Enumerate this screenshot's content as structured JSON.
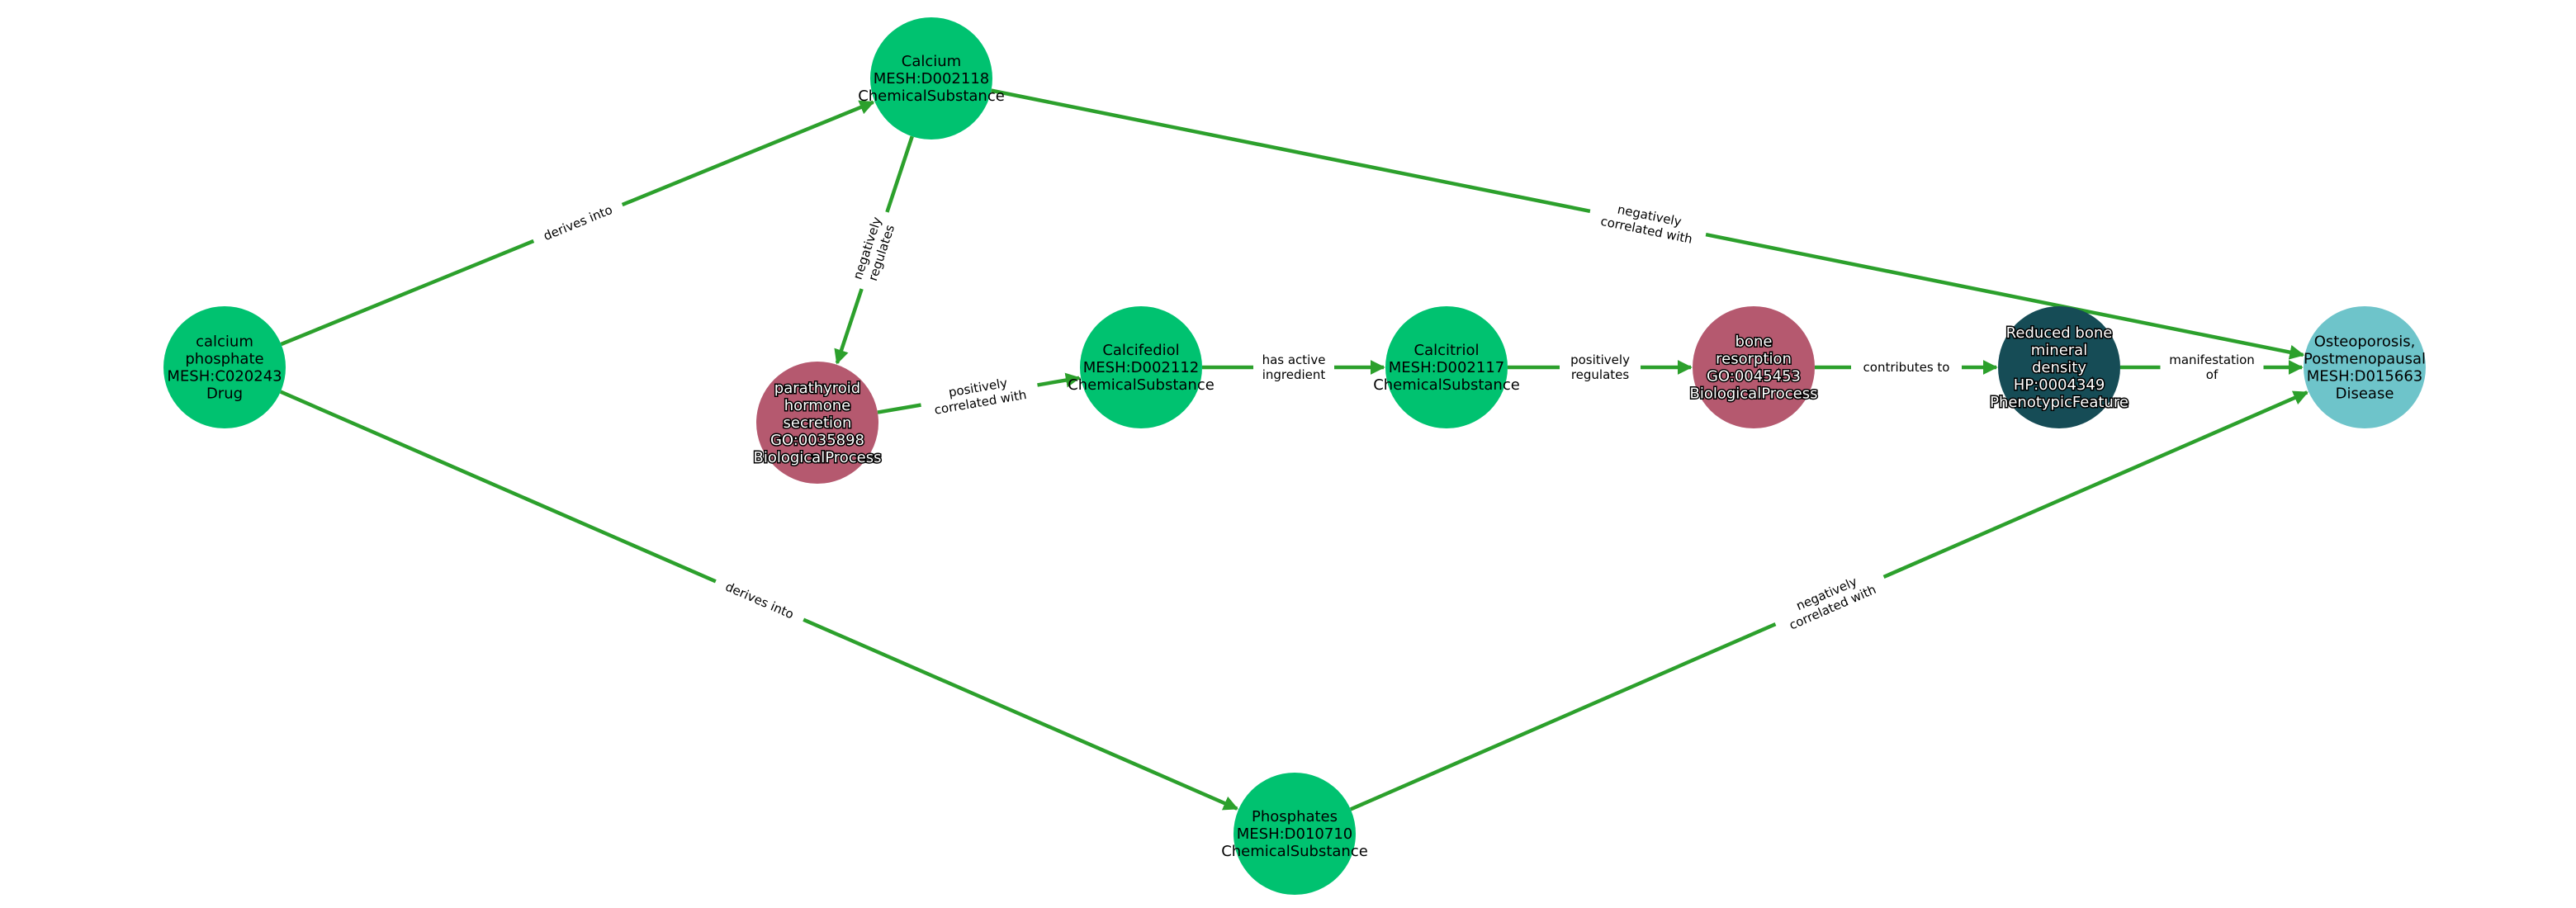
{
  "colors": {
    "edge": "#2ca02c",
    "ChemicalSubstance": "#00c270",
    "Drug": "#00c270",
    "BiologicalProcess": "#b5596f",
    "PhenotypicFeature": "#164c56",
    "Disease": "#6ec4ca"
  },
  "nodes": [
    {
      "id": "calcium_phosphate",
      "lines": [
        "calcium",
        "phosphate",
        "MESH:C020243",
        "Drug"
      ],
      "type": "Drug"
    },
    {
      "id": "calcium",
      "lines": [
        "Calcium",
        "MESH:D002118",
        "ChemicalSubstance"
      ],
      "type": "ChemicalSubstance"
    },
    {
      "id": "pth",
      "lines": [
        "parathyroid",
        "hormone",
        "secretion",
        "GO:0035898",
        "BiologicalProcess"
      ],
      "type": "BiologicalProcess"
    },
    {
      "id": "calcifediol",
      "lines": [
        "Calcifediol",
        "MESH:D002112",
        "ChemicalSubstance"
      ],
      "type": "ChemicalSubstance"
    },
    {
      "id": "calcitriol",
      "lines": [
        "Calcitriol",
        "MESH:D002117",
        "ChemicalSubstance"
      ],
      "type": "ChemicalSubstance"
    },
    {
      "id": "bone_resorption",
      "lines": [
        "bone",
        "resorption",
        "GO:0045453",
        "BiologicalProcess"
      ],
      "type": "BiologicalProcess"
    },
    {
      "id": "reduced_bmd",
      "lines": [
        "Reduced bone",
        "mineral",
        "density",
        "HP:0004349",
        "PhenotypicFeature"
      ],
      "type": "PhenotypicFeature"
    },
    {
      "id": "osteoporosis",
      "lines": [
        "Osteoporosis,",
        "Postmenopausal",
        "MESH:D015663",
        "Disease"
      ],
      "type": "Disease"
    },
    {
      "id": "phosphates",
      "lines": [
        "Phosphates",
        "MESH:D010710",
        "ChemicalSubstance"
      ],
      "type": "ChemicalSubstance"
    }
  ],
  "edges": [
    {
      "source": "calcium_phosphate",
      "target": "calcium",
      "label": [
        "derives into"
      ]
    },
    {
      "source": "calcium_phosphate",
      "target": "phosphates",
      "label": [
        "derives into"
      ]
    },
    {
      "source": "calcium",
      "target": "pth",
      "label": [
        "negatively",
        "regulates"
      ]
    },
    {
      "source": "calcium",
      "target": "osteoporosis",
      "label": [
        "negatively",
        "correlated with"
      ]
    },
    {
      "source": "pth",
      "target": "calcifediol",
      "label": [
        "positively",
        "correlated with"
      ]
    },
    {
      "source": "calcifediol",
      "target": "calcitriol",
      "label": [
        "has active",
        "ingredient"
      ]
    },
    {
      "source": "calcitriol",
      "target": "bone_resorption",
      "label": [
        "positively",
        "regulates"
      ]
    },
    {
      "source": "bone_resorption",
      "target": "reduced_bmd",
      "label": [
        "contributes to"
      ]
    },
    {
      "source": "reduced_bmd",
      "target": "osteoporosis",
      "label": [
        "manifestation",
        "of"
      ]
    },
    {
      "source": "phosphates",
      "target": "osteoporosis",
      "label": [
        "negatively",
        "correlated with"
      ]
    }
  ]
}
